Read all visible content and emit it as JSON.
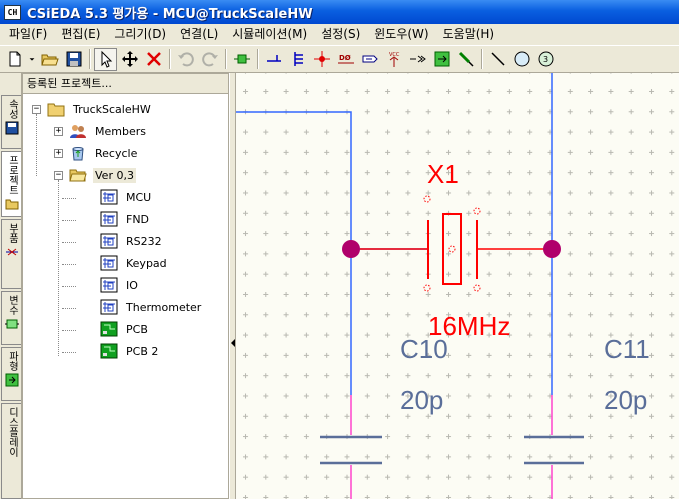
{
  "window": {
    "app_icon": "CH",
    "title": "CSiEDA 5.3 평가용 - MCU@TruckScaleHW"
  },
  "menu": [
    "파일(F)",
    "편집(E)",
    "그리기(D)",
    "연결(L)",
    "시뮬레이션(M)",
    "설정(S)",
    "윈도우(W)",
    "도움말(H)"
  ],
  "toolbar": {
    "icons": [
      "new-file-icon",
      "open-folder-icon",
      "save-icon",
      "select-arrow-icon",
      "move-icon",
      "delete-icon",
      "undo-icon",
      "redo-icon",
      "part-icon",
      "wire-icon",
      "bus-icon",
      "junction-icon",
      "net-label-icon",
      "port-icon",
      "power-icon",
      "offpage-icon",
      "component-icon",
      "probe-icon",
      "line-icon",
      "circle-icon",
      "text-circle-icon"
    ],
    "net_label_text": "DØ",
    "power_label_text": "VCC",
    "text_circle_label": "3"
  },
  "side_tabs": [
    {
      "label": "속성",
      "icon": "save-icon"
    },
    {
      "label": "프로젝트",
      "icon": "folder-icon"
    },
    {
      "label": "부품",
      "icon": "part-icon"
    },
    {
      "label": "변수",
      "icon": "variable-icon"
    },
    {
      "label": "파형",
      "icon": "waveform-icon"
    },
    {
      "label": "디스플레이",
      "icon": "display-icon"
    }
  ],
  "panel": {
    "header": "등록된 프로젝트...",
    "tree": [
      {
        "label": "TruckScaleHW",
        "icon": "folder-icon",
        "expander": "−",
        "level": 0
      },
      {
        "label": "Members",
        "icon": "members-icon",
        "expander": "+",
        "level": 1
      },
      {
        "label": "Recycle",
        "icon": "recycle-icon",
        "expander": "+",
        "level": 1
      },
      {
        "label": "Ver 0,3",
        "icon": "open-folder-icon",
        "expander": "−",
        "level": 1,
        "selected": true
      },
      {
        "label": "MCU",
        "icon": "schematic-icon",
        "level": 2
      },
      {
        "label": "FND",
        "icon": "schematic-icon",
        "level": 2
      },
      {
        "label": "RS232",
        "icon": "schematic-icon",
        "level": 2
      },
      {
        "label": "Keypad",
        "icon": "schematic-icon",
        "level": 2
      },
      {
        "label": "IO",
        "icon": "schematic-icon",
        "level": 2
      },
      {
        "label": "Thermometer",
        "icon": "schematic-icon",
        "level": 2
      },
      {
        "label": "PCB",
        "icon": "pcb-icon",
        "level": 2
      },
      {
        "label": "PCB 2",
        "icon": "pcb-icon",
        "level": 2
      }
    ]
  },
  "schematic": {
    "crystal_ref": "X1",
    "crystal_value": "16MHz",
    "cap_left_ref": "C10",
    "cap_left_value": "20p",
    "cap_right_ref": "C11",
    "cap_right_value": "20p",
    "colors": {
      "wire_blue": "#3366ff",
      "wire_red": "#ff0000",
      "label_red": "#ff0000",
      "label_blue": "#5a6e99",
      "junction": "#b0006b",
      "pin_magenta": "#ff44cc",
      "grid": "#b8b8b0"
    }
  }
}
